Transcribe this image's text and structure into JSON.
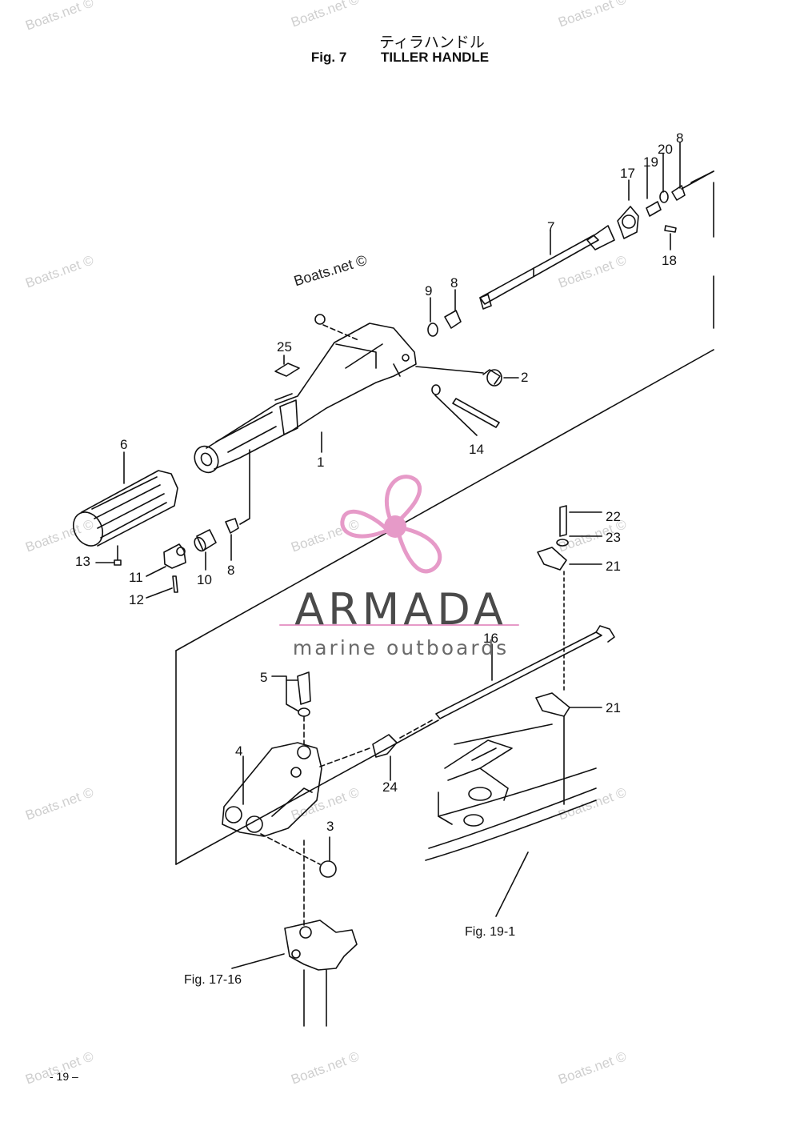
{
  "header": {
    "title_jp": "ティラハンドル",
    "fig_label": "Fig. 7",
    "title_en": "TILLER HANDLE"
  },
  "watermark": {
    "text": "Boats.net ©"
  },
  "logo": {
    "name": "ARMADA",
    "tagline": "marine outboards",
    "accent_color": "#e69ac8",
    "text_color": "#4a4a4a"
  },
  "callouts": {
    "c1": "1",
    "c2": "2",
    "c3": "3",
    "c4": "4",
    "c5": "5",
    "c6": "6",
    "c7": "7",
    "c8a": "8",
    "c8b": "8",
    "c8c": "8",
    "c9": "9",
    "c10": "10",
    "c11": "11",
    "c12": "12",
    "c13": "13",
    "c14": "14",
    "c16": "16",
    "c17": "17",
    "c18": "18",
    "c19": "19",
    "c20": "20",
    "c21a": "21",
    "c21b": "21",
    "c22": "22",
    "c23": "23",
    "c24": "24",
    "c25": "25"
  },
  "fig_refs": {
    "ref_19_1": "Fig. 19-1",
    "ref_17_16": "Fig. 17-16"
  },
  "footer": {
    "page": "- 19 –"
  }
}
